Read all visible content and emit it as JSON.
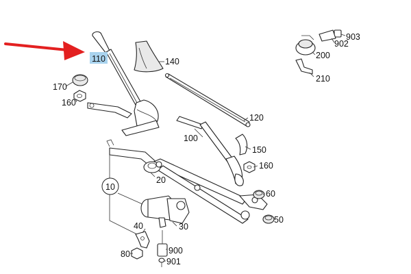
{
  "callouts": {
    "c110": "110",
    "c140": "140",
    "c170": "170",
    "c160a": "160",
    "c120": "120",
    "c100": "100",
    "c150": "150",
    "c160b": "160",
    "c20": "20",
    "c10": "10",
    "c60": "60",
    "c50": "50",
    "c40": "40",
    "c30": "30",
    "c80": "80",
    "c900": "900",
    "c901": "901",
    "c903": "903",
    "c902": "902",
    "c200": "200",
    "c210": "210"
  },
  "colors": {
    "highlight": "#a9d3ee",
    "arrow": "#e32020",
    "ink": "#222222"
  }
}
